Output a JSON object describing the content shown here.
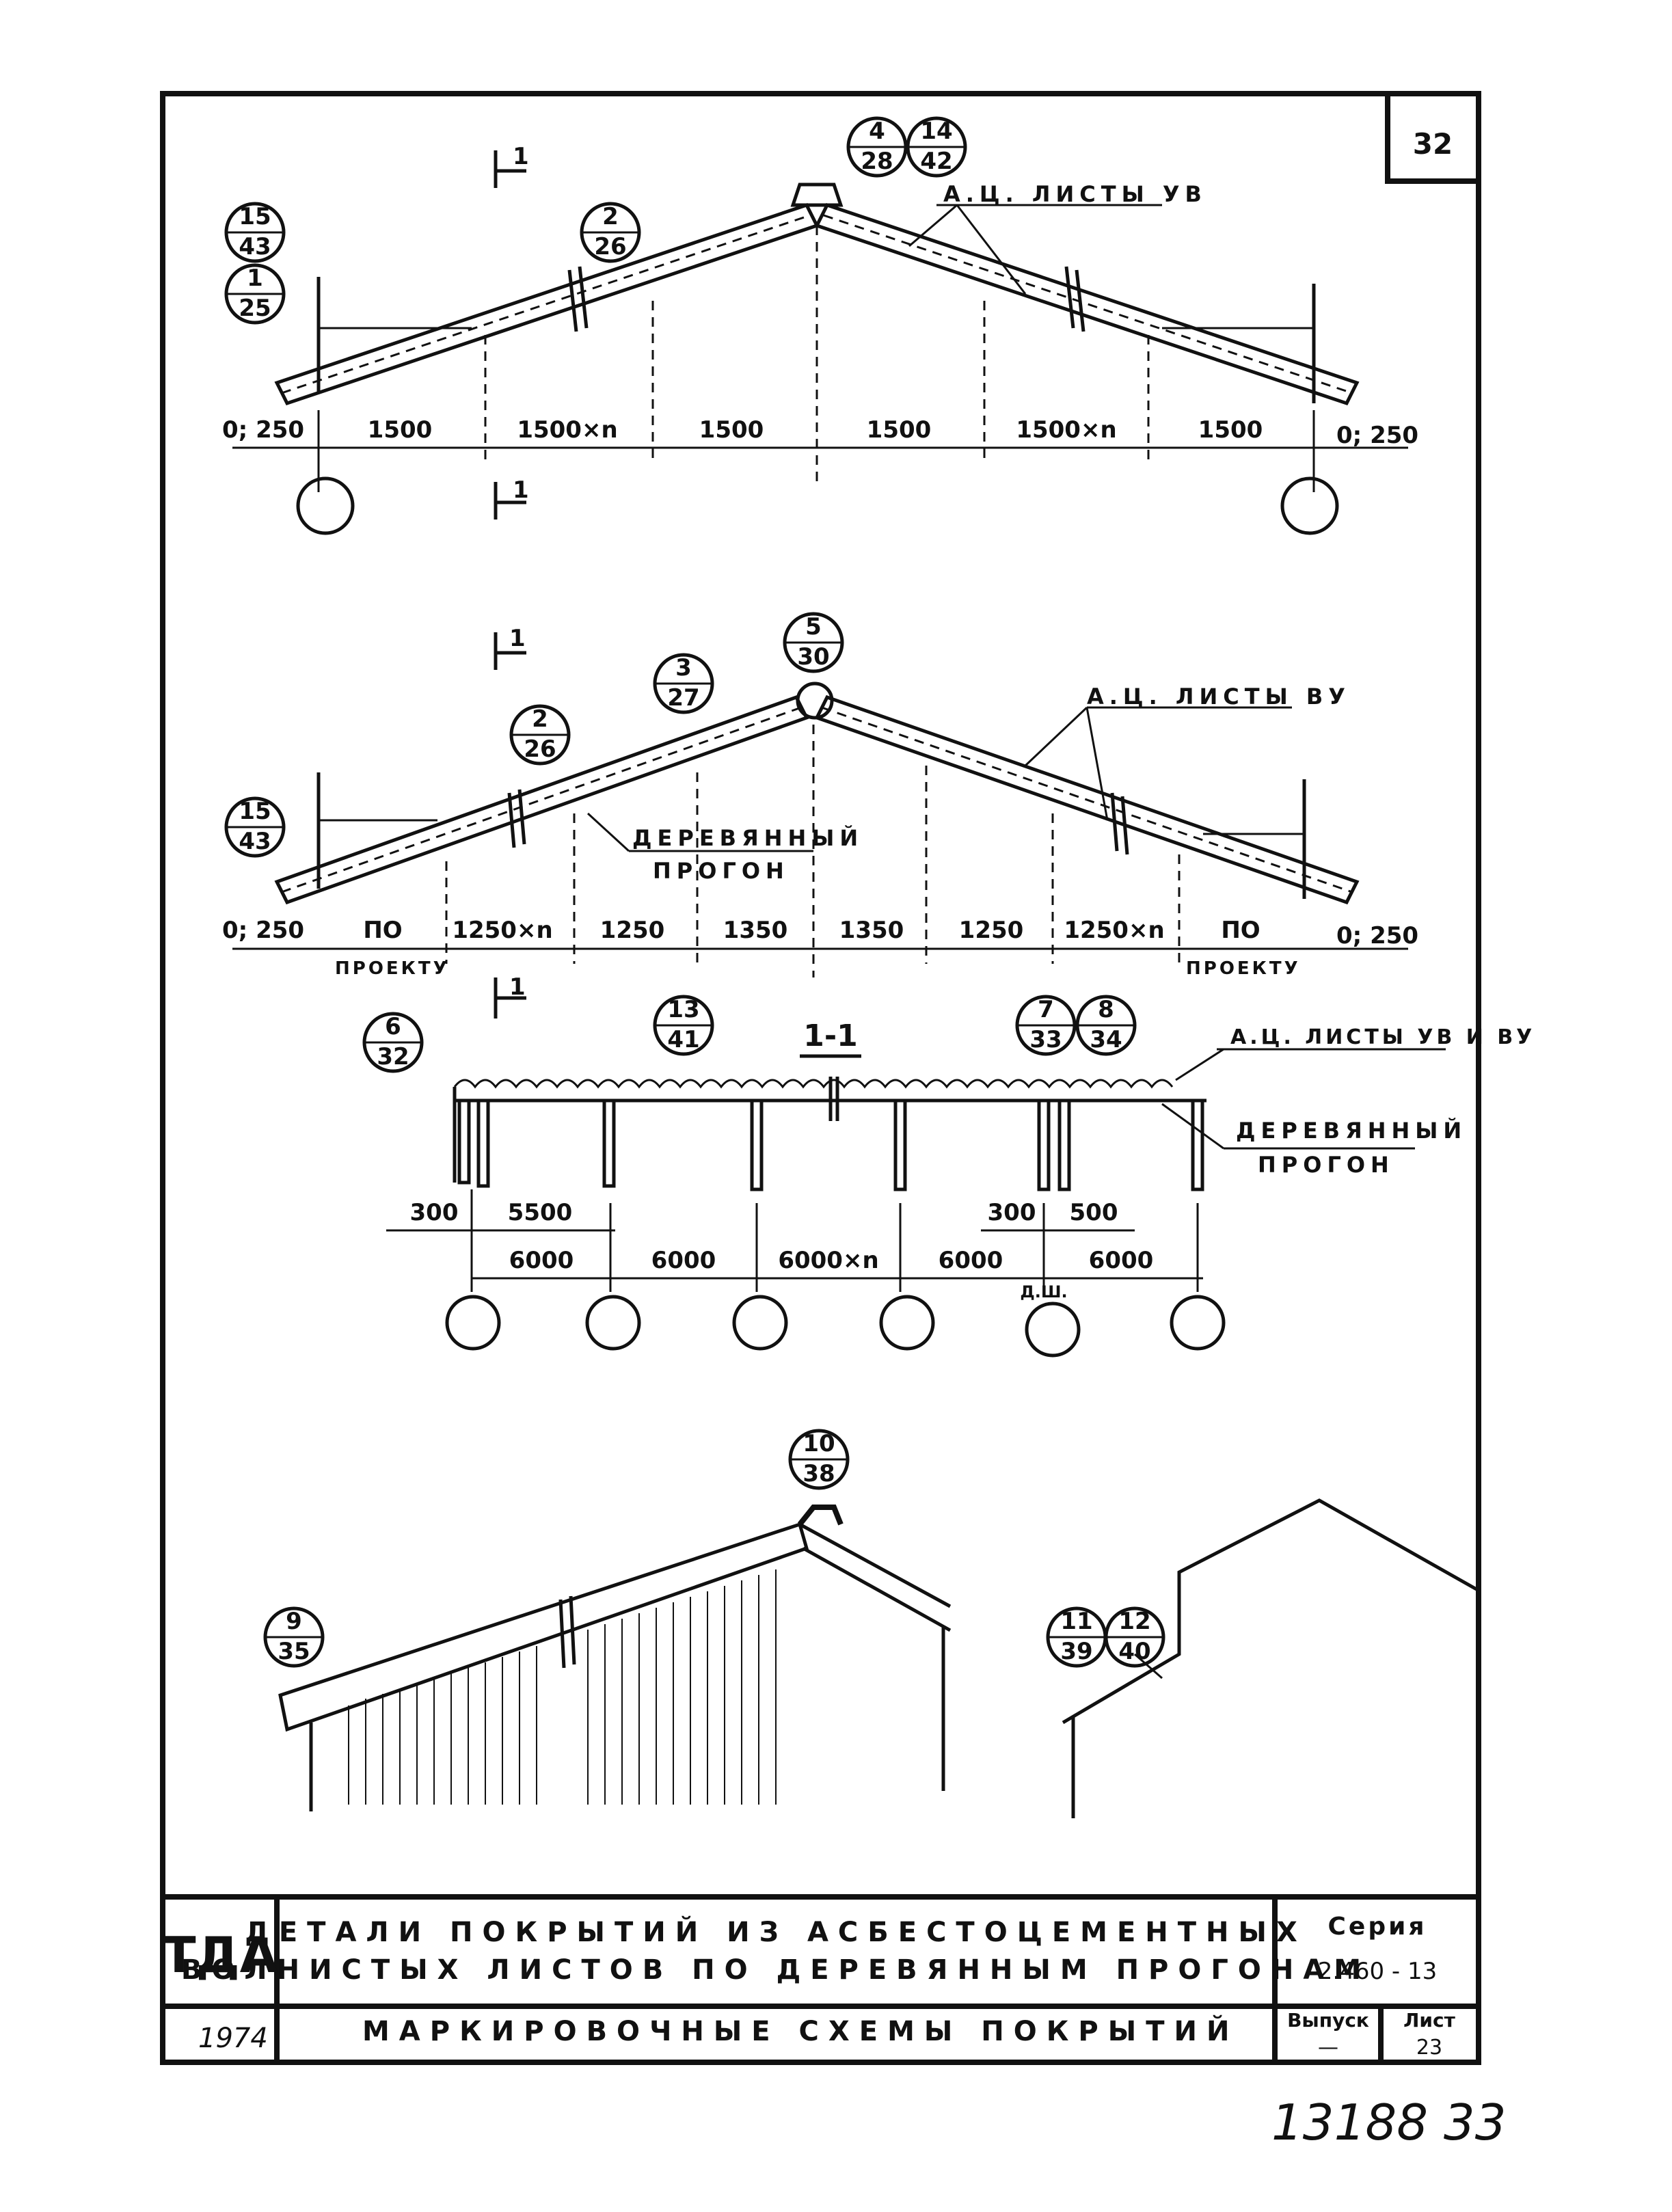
{
  "sheet_number": "32",
  "stamp": "13188  33",
  "drawing1": {
    "callouts": [
      {
        "top": "15",
        "bottom": "43"
      },
      {
        "top": "1",
        "bottom": "25"
      },
      {
        "top": "2",
        "bottom": "26"
      },
      {
        "top": "4",
        "bottom": "28"
      },
      {
        "top": "14",
        "bottom": "42"
      }
    ],
    "section_mark_top": "1",
    "section_mark_bottom": "1",
    "leader_text": "А.Ц. ЛИСТЫ УВ",
    "dims": [
      "0; 250",
      "1500",
      "1500×n",
      "1500",
      "1500",
      "1500×n",
      "1500",
      "0; 250"
    ]
  },
  "drawing2": {
    "callouts": [
      {
        "top": "15",
        "bottom": "43"
      },
      {
        "top": "2",
        "bottom": "26"
      },
      {
        "top": "3",
        "bottom": "27"
      },
      {
        "top": "5",
        "bottom": "30"
      }
    ],
    "section_mark_top": "1",
    "section_mark_bottom": "1",
    "leader_text": "А.Ц. ЛИСТЫ ВУ",
    "purlin_text_1": "ДЕРЕВЯННЫЙ",
    "purlin_text_2": "ПРОГОН",
    "dims": [
      "0; 250",
      "ПО",
      "1250×n",
      "1250",
      "1350",
      "1350",
      "1250",
      "1250×n",
      "ПО",
      "0; 250"
    ],
    "proekt": [
      "ПРОЕКТУ",
      "ПРОЕКТУ"
    ]
  },
  "section": {
    "title": "1-1",
    "callouts": [
      {
        "top": "6",
        "bottom": "32"
      },
      {
        "top": "13",
        "bottom": "41"
      },
      {
        "top": "7",
        "bottom": "33"
      },
      {
        "top": "8",
        "bottom": "34"
      }
    ],
    "leader_text_1": "А.Ц. ЛИСТЫ УВ И ВУ",
    "purlin_text_1": "ДЕРЕВЯННЫЙ",
    "purlin_text_2": "ПРОГОН",
    "dims_top": [
      "300",
      "5500",
      "300",
      "500"
    ],
    "dims_bottom": [
      "6000",
      "6000",
      "6000×n",
      "6000",
      "6000"
    ],
    "joint_mark": "Д.Ш."
  },
  "drawing4": {
    "callouts": [
      {
        "top": "10",
        "bottom": "38"
      },
      {
        "top": "9",
        "bottom": "35"
      },
      {
        "top": "11",
        "bottom": "39"
      },
      {
        "top": "12",
        "bottom": "40"
      }
    ]
  },
  "title_block": {
    "org": "ТДА",
    "title_line1": "ДЕТАЛИ ПОКРЫТИЙ ИЗ АСБЕСТОЦЕМЕНТНЫХ",
    "title_line2": "ВОЛНИСТЫХ ЛИСТОВ ПО ДЕРЕВЯННЫМ ПРОГОНАМ",
    "series_label": "Серия",
    "series_value": "2.460 - 13",
    "year": "1974",
    "subtitle": "МАРКИРОВОЧНЫЕ СХЕМЫ ПОКРЫТИЙ",
    "issue_label": "Выпуск",
    "issue_value": "—",
    "sheet_label": "Лист",
    "sheet_value": "23"
  }
}
